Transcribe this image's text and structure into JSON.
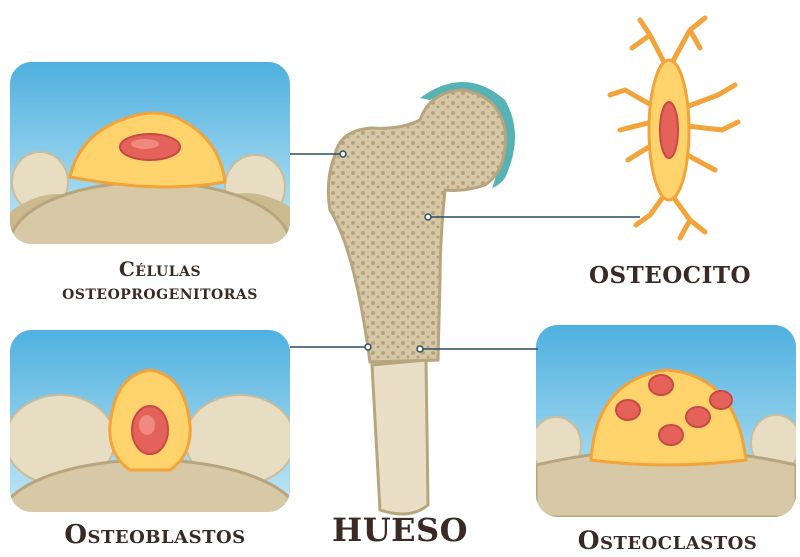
{
  "labels": {
    "progenitor_line1": "Células",
    "progenitor_line2": "osteoprogenitoras",
    "osteocito": "OSTEOCITO",
    "osteoblastos": "Osteoblastos",
    "hueso": "HUESO",
    "osteoclastos": "Osteoclastos"
  },
  "colors": {
    "sky_top": "#4fb0df",
    "sky_bottom": "#b7e2f3",
    "bone_tissue": "#d6c8a7",
    "bone_dark": "#b7a27f",
    "cell_fill": "#ffd36b",
    "cell_outline": "#f2a33a",
    "nucleus": "#e4625a",
    "label_text": "#3a2a25",
    "cartilage": "#57b2b6",
    "leader_line": "#2c4d63"
  }
}
